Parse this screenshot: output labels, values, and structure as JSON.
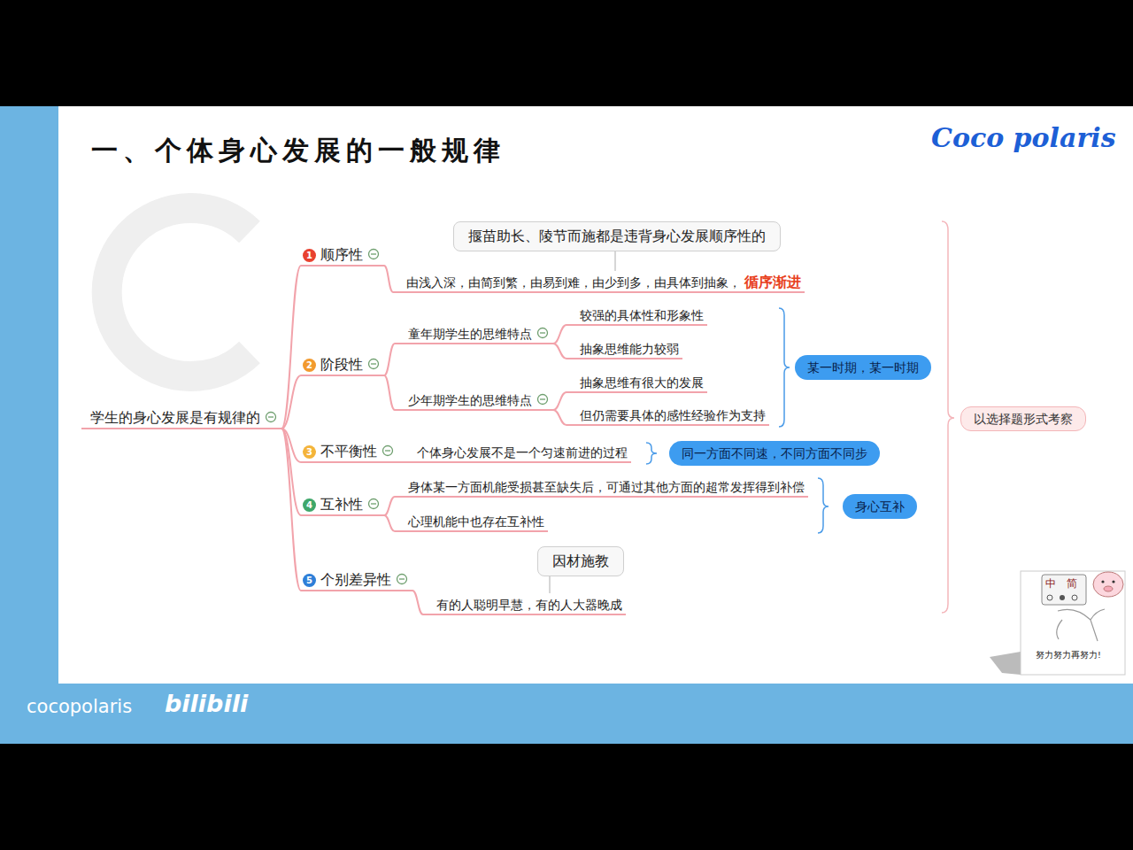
{
  "diagram": {
    "title": "一、个体身心发展的一般规律",
    "nodes": [
      {
        "text": [
          "学生的身心发展是有规律的"
        ]
      },
      {
        "text": [
          "1",
          "顺序性"
        ]
      },
      {
        "text": [
          "揠苗助长、陵节而施都是违背身心发展顺序性的"
        ]
      },
      {
        "text": [
          "由浅入深，由简到繁，由易到难，由少到多，由具体到抽象，",
          "循序渐进"
        ]
      },
      {
        "text": [
          "2",
          "阶段性"
        ]
      },
      {
        "text": [
          "童年期学生的思维特点"
        ]
      },
      {
        "text": [
          "较强的具体性和形象性"
        ]
      },
      {
        "text": [
          "抽象思维能力较弱"
        ]
      },
      {
        "text": [
          "少年期学生的思维特点"
        ]
      },
      {
        "text": [
          "抽象思维有很大的发展"
        ]
      },
      {
        "text": [
          "但仍需要具体的感性经验作为支持"
        ]
      },
      {
        "text": [
          "某一时期，某一时期"
        ]
      },
      {
        "text": [
          "3",
          "不平衡性"
        ]
      },
      {
        "text": [
          "个体身心发展不是一个匀速前进的过程"
        ]
      },
      {
        "text": [
          "同一方面不同速，不同方面不同步"
        ]
      },
      {
        "text": [
          "4",
          "互补性"
        ]
      },
      {
        "text": [
          "身体某一方面机能受损甚至缺失后，可通过其他方面的超常发挥得到补偿"
        ]
      },
      {
        "text": [
          "心理机能中也存在互补性"
        ]
      },
      {
        "text": [
          "身心互补"
        ]
      },
      {
        "text": [
          "5",
          "个别差异性"
        ]
      },
      {
        "text": [
          "因材施教"
        ]
      },
      {
        "text": [
          "有的人聪明早慧，有的人大器晚成"
        ]
      },
      {
        "text": [
          "以选择题形式考察"
        ]
      }
    ],
    "edges": [
      {
        "from": 0,
        "to": 1,
        "arrow": "none"
      },
      {
        "from": 0,
        "to": 4,
        "arrow": "none"
      },
      {
        "from": 0,
        "to": 12,
        "arrow": "none"
      },
      {
        "from": 0,
        "to": 15,
        "arrow": "none"
      },
      {
        "from": 0,
        "to": 19,
        "arrow": "none"
      },
      {
        "from": 1,
        "to": 3,
        "arrow": "none"
      },
      {
        "from": 2,
        "to": 3,
        "arrow": "none"
      },
      {
        "from": 4,
        "to": 5,
        "arrow": "none"
      },
      {
        "from": 4,
        "to": 8,
        "arrow": "none"
      },
      {
        "from": 5,
        "to": 6,
        "arrow": "none"
      },
      {
        "from": 5,
        "to": 7,
        "arrow": "none"
      },
      {
        "from": 8,
        "to": 9,
        "arrow": "none"
      },
      {
        "from": 8,
        "to": 10,
        "arrow": "none"
      },
      {
        "from": 12,
        "to": 13,
        "arrow": "none"
      },
      {
        "from": 15,
        "to": 16,
        "arrow": "none"
      },
      {
        "from": 15,
        "to": 17,
        "arrow": "none"
      },
      {
        "from": 19,
        "to": 21,
        "arrow": "none"
      },
      {
        "from": 20,
        "to": 21,
        "arrow": "none"
      }
    ],
    "labels": [
      "Coco polaris",
      "cocopolaris",
      "bilibili",
      "中",
      "简",
      "努力努力再努力!"
    ]
  }
}
